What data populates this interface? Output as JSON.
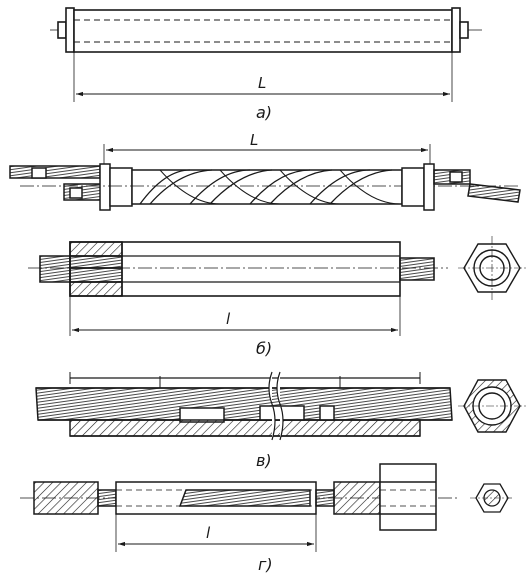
{
  "labels": {
    "fig_a": "а)",
    "fig_b": "б)",
    "fig_v": "в)",
    "fig_g": "г)",
    "dim_L_a": "L",
    "dim_L_twist": "L",
    "dim_l_b": "l",
    "dim_l_g": "l"
  },
  "colors": {
    "ink": "#1a1a1a",
    "paper": "#ffffff"
  }
}
